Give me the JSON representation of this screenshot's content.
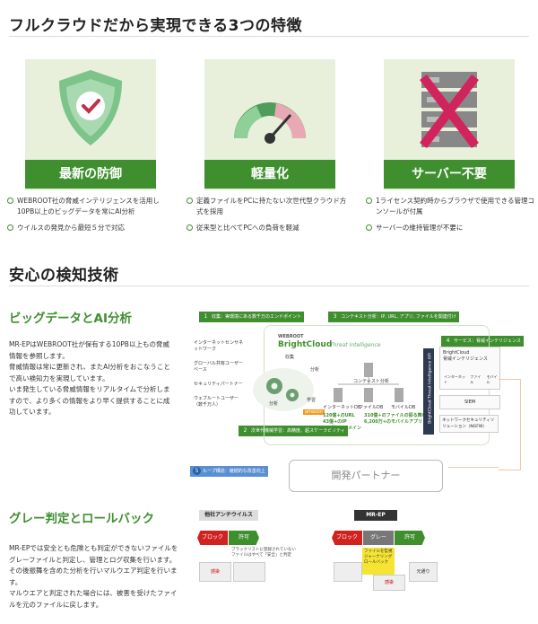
{
  "section1": {
    "title": "フルクラウドだから実現できる3つの特徴"
  },
  "features": [
    {
      "label": "最新の防御",
      "bullets": [
        "WEBROOT社の脅威インテリジェンスを活用し10PB以上のビッグデータを常にAI分析",
        "ウイルスの発見から最短５分で対応"
      ]
    },
    {
      "label": "軽量化",
      "bullets": [
        "定義ファイルをPCに持たない次世代型クラウド方式を採用",
        "従来型と比べてPCへの負荷を軽減"
      ]
    },
    {
      "label": "サーバー不要",
      "bullets": [
        "1ライセンス契約時からブラウザで使用できる管理コンソールが付属",
        "サーバーの維持管理が不要に"
      ]
    }
  ],
  "section2": {
    "title": "安心の検知技術"
  },
  "bigdata": {
    "title": "ビッグデータとAI分析",
    "paragraphs": [
      "MR-EPはWEBROOT社が保有する10PB以上もの脅威情報を参照します。",
      "脅威情報は常に更新され、またAI分析をおこなうことで高い検知力を実現しています。",
      "いま発生している脅威情報をリアルタイムで分析しますので、より多くの情報をより早く提供することに成功しています。"
    ]
  },
  "diagram": {
    "step1": "収集：実環境にある数千万のエンドポイント",
    "step2": "次世代機械学習：高精度、超スケーラビリティ",
    "step3": "コンテキスト分析：IP, URL, アプリ, ファイルを関連付け",
    "step4": "サービス：脅威インテリジェンス",
    "step5": "ループ構造：継続的な改善向上",
    "brand_top": "WEBROOT",
    "brand_name": "BrightCloud",
    "brand_sub": "Threat Intelligence",
    "sources": [
      "インターネットセンサネットワーク",
      "グローバル共有ユーザーベース",
      "セキュリティパートナー",
      "ウェブルートユーザー（数千万人）"
    ],
    "collect": "収集",
    "analyze": "分析",
    "learn": "学習",
    "context": "コンテキスト分析",
    "dbs": [
      "インターネットDB",
      "ファイルDB",
      "モバイルDB"
    ],
    "stats1": "120億+のURL\n43億+のIP\n7.5億+のドメイン",
    "stats2": "310億+のファイルの振る舞い\n6,200万+のモバイルアプリ",
    "api": "BrightCloud Threat Intelligence API",
    "intel_title": "BrightCloud\n脅威インテリジェンス",
    "intel_items": [
      "インターネット",
      "ファイル",
      "モバイル"
    ],
    "siem": "SIEM",
    "ngfw": "ネットワークセキュリティソリューション（NGFW）",
    "partner": "開発パートナー",
    "amazon": "amazon"
  },
  "gray": {
    "title": "グレー判定とロールバック",
    "paragraphs": [
      "MR-EPでは安全とも危険とも判定ができないファイルをグレーファイルと判定し、管理とログ収集を行います。",
      "その後振舞を含めた分析を行いマルウエア判定を行います。",
      "マルウエアと判定された場合には、被害を受けたファイルを元のファイルに戻します。"
    ],
    "other_label": "他社アンチウイルス",
    "mrep_label": "MR-EP",
    "block": "ブロック",
    "allow": "許可",
    "gray_word": "グレー",
    "other_note": "ブラックリストに登録されていないファイルはすべて「安全」と判定",
    "mrep_note": "ファイルを監視\nジャーナリング\nロールバック",
    "infected": "感染",
    "rollback": "元通り"
  }
}
